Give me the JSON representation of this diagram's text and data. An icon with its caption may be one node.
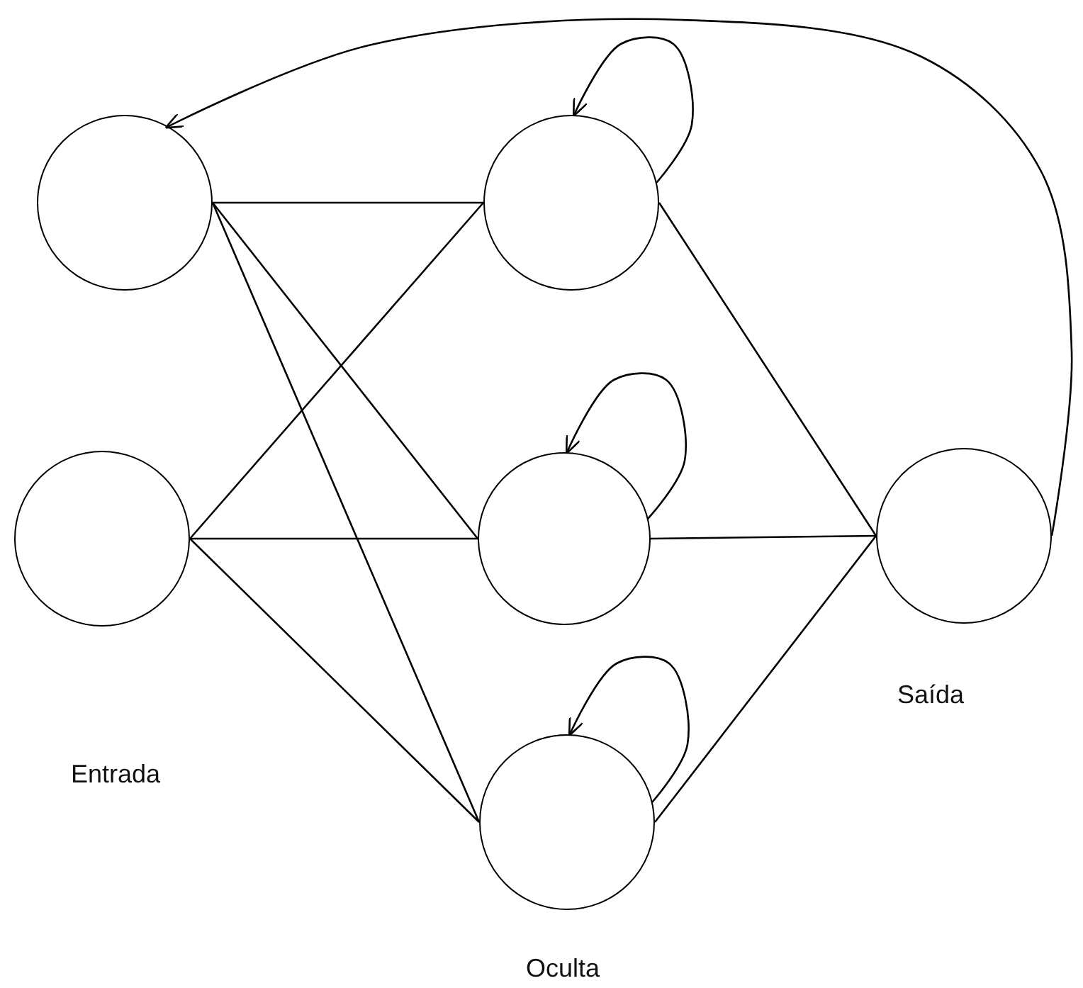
{
  "diagram": {
    "nodes": [
      {
        "text": [],
        "shape": "circle"
      },
      {
        "text": [],
        "shape": "circle"
      },
      {
        "text": [],
        "shape": "circle"
      },
      {
        "text": [],
        "shape": "circle"
      },
      {
        "text": [],
        "shape": "circle"
      },
      {
        "text": [],
        "shape": "circle"
      }
    ],
    "edges": [
      {
        "from": 0,
        "to": 2,
        "arrow": "none"
      },
      {
        "from": 0,
        "to": 3,
        "arrow": "none"
      },
      {
        "from": 0,
        "to": 4,
        "arrow": "none"
      },
      {
        "from": 1,
        "to": 2,
        "arrow": "none"
      },
      {
        "from": 1,
        "to": 3,
        "arrow": "none"
      },
      {
        "from": 1,
        "to": 4,
        "arrow": "none"
      },
      {
        "from": 2,
        "to": 2,
        "arrow": "to"
      },
      {
        "from": 3,
        "to": 3,
        "arrow": "to"
      },
      {
        "from": 4,
        "to": 4,
        "arrow": "to"
      },
      {
        "from": 2,
        "to": 5,
        "arrow": "none"
      },
      {
        "from": 3,
        "to": 5,
        "arrow": "none"
      },
      {
        "from": 4,
        "to": 5,
        "arrow": "none"
      },
      {
        "from": 5,
        "to": 0,
        "arrow": "to"
      }
    ],
    "labels": [
      "Saída",
      "Entrada",
      "Oculta"
    ]
  }
}
